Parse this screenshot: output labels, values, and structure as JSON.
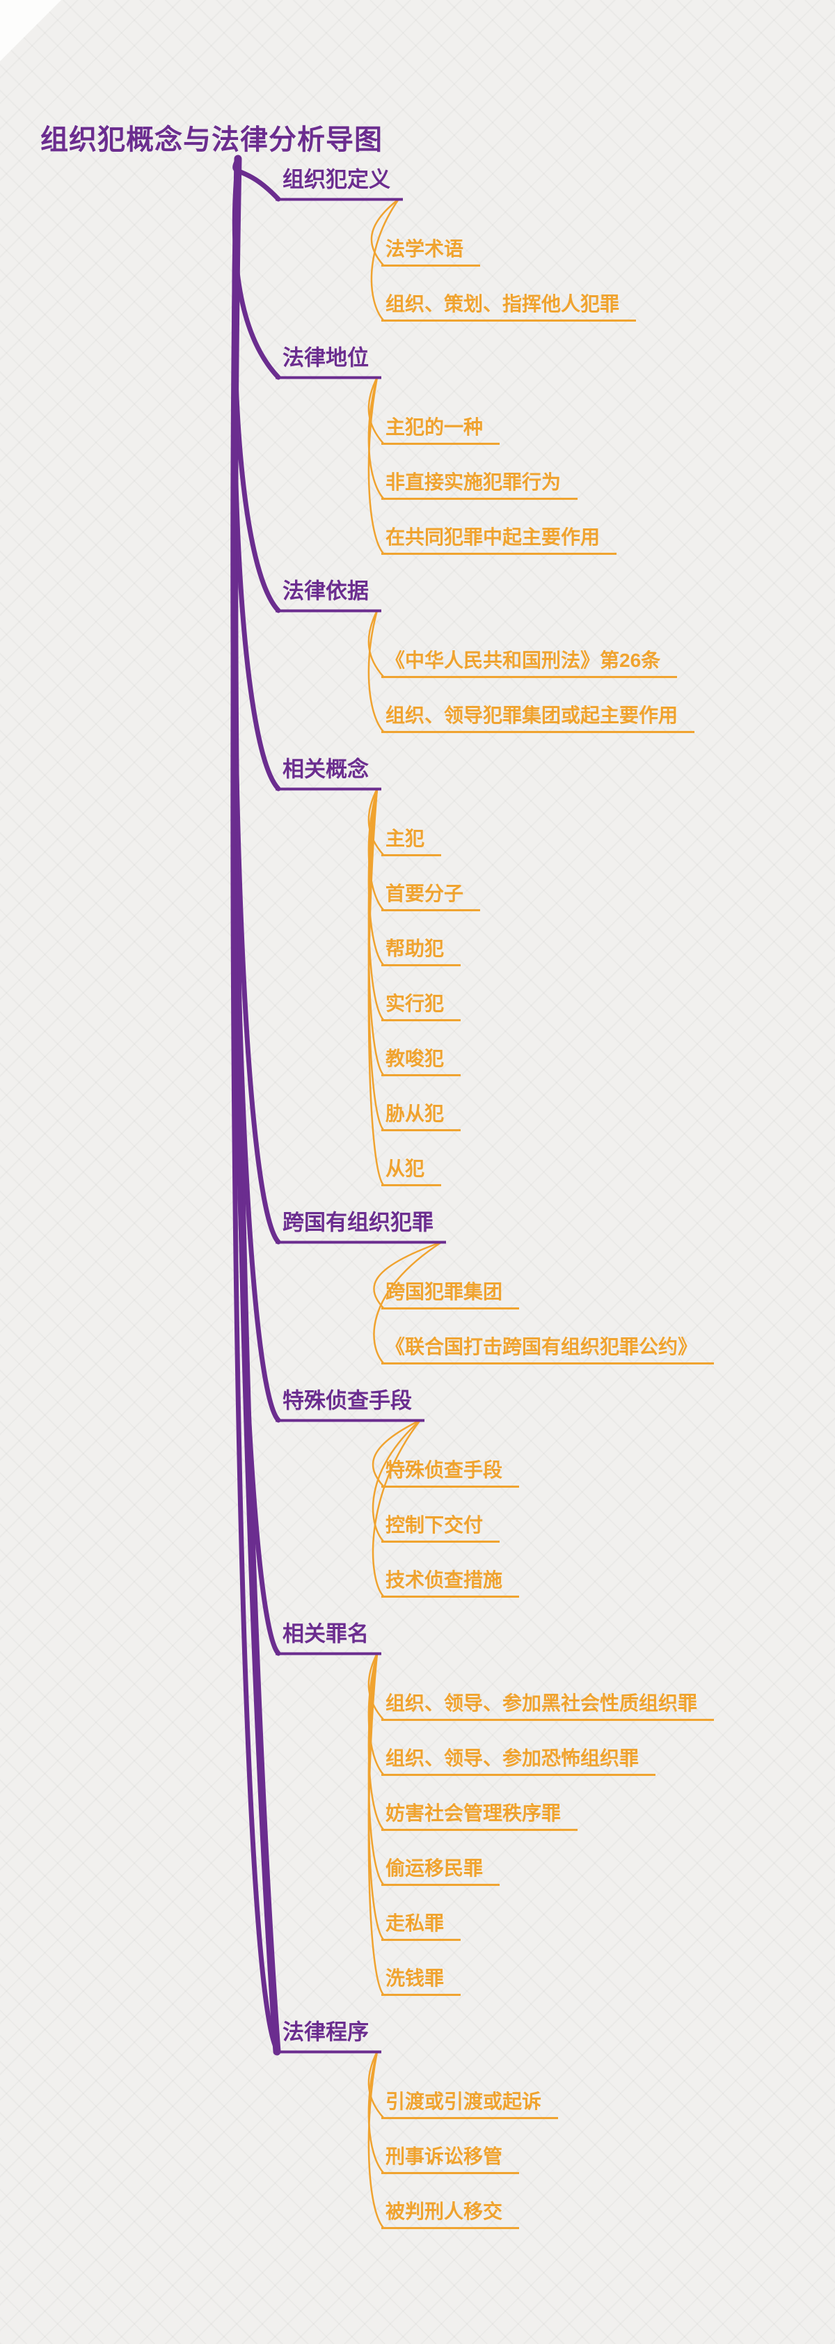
{
  "colors": {
    "branch_purple": "#6B2D8F",
    "child_orange": "#F0A32F",
    "background": "#f1f0ee"
  },
  "mindmap": {
    "root": "组织犯概念与法律分析导图",
    "branches": [
      {
        "label": "组织犯定义",
        "children": [
          "法学术语",
          "组织、策划、指挥他人犯罪"
        ]
      },
      {
        "label": "法律地位",
        "children": [
          "主犯的一种",
          "非直接实施犯罪行为",
          "在共同犯罪中起主要作用"
        ]
      },
      {
        "label": "法律依据",
        "children": [
          "《中华人民共和国刑法》第26条",
          "组织、领导犯罪集团或起主要作用"
        ]
      },
      {
        "label": "相关概念",
        "children": [
          "主犯",
          "首要分子",
          "帮助犯",
          "实行犯",
          "教唆犯",
          "胁从犯",
          "从犯"
        ]
      },
      {
        "label": "跨国有组织犯罪",
        "children": [
          "跨国犯罪集团",
          "《联合国打击跨国有组织犯罪公约》"
        ]
      },
      {
        "label": "特殊侦查手段",
        "children": [
          "特殊侦查手段",
          "控制下交付",
          "技术侦查措施"
        ]
      },
      {
        "label": "相关罪名",
        "children": [
          "组织、领导、参加黑社会性质组织罪",
          "组织、领导、参加恐怖组织罪",
          "妨害社会管理秩序罪",
          "偷运移民罪",
          "走私罪",
          "洗钱罪"
        ]
      },
      {
        "label": "法律程序",
        "children": [
          "引渡或引渡或起诉",
          "刑事诉讼移管",
          "被判刑人移交"
        ]
      }
    ]
  }
}
